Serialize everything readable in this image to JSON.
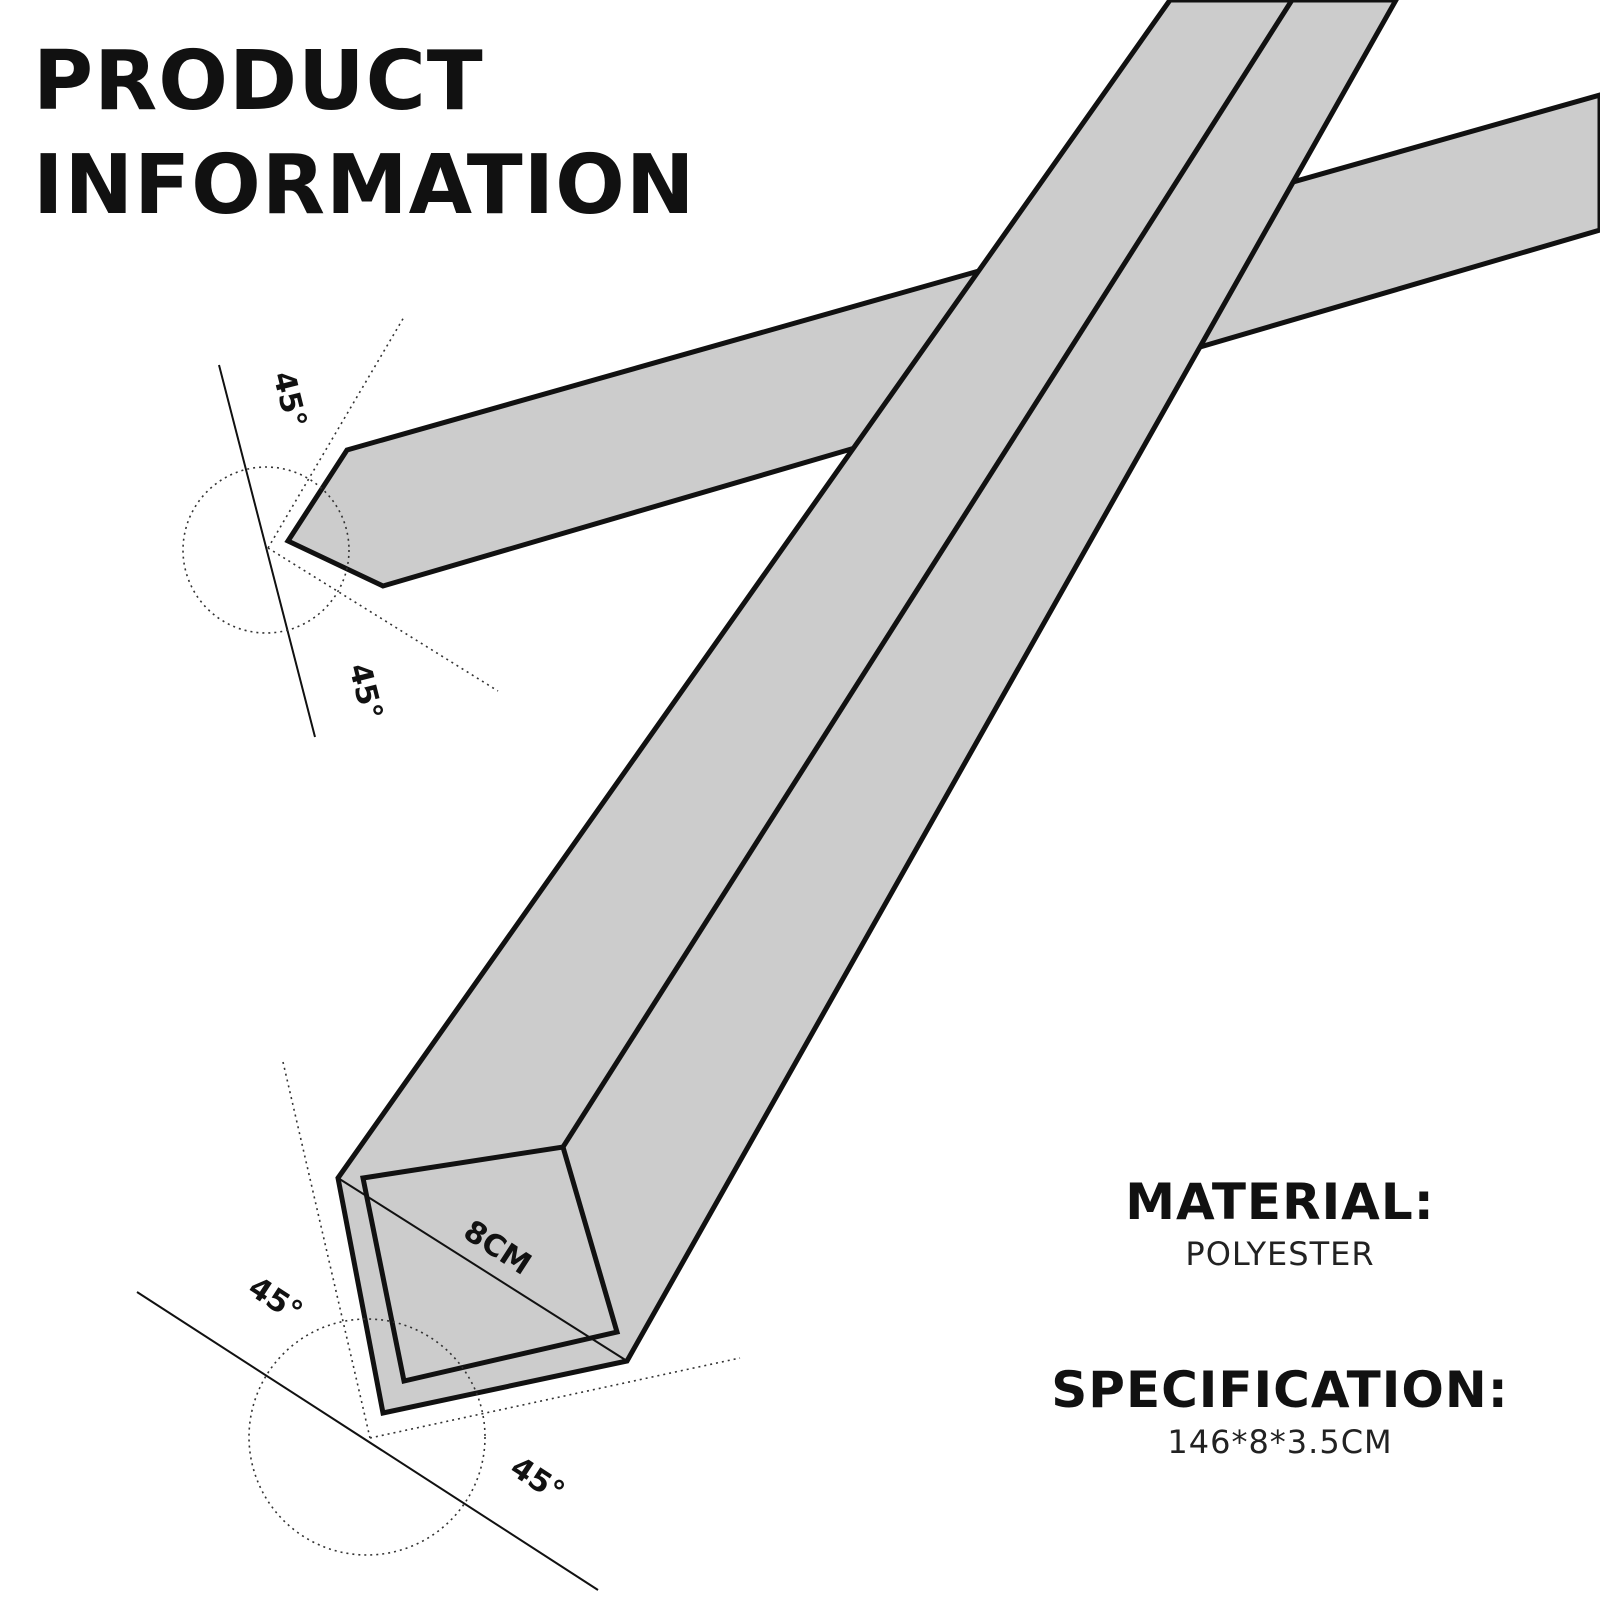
{
  "header": {
    "title_line1": "PRODUCT",
    "title_line2": "INFORMATION"
  },
  "diagram": {
    "tie_fill": "#cccccc",
    "outline_color": "#111111",
    "angle_label_top_1": "45°",
    "angle_label_top_2": "45°",
    "angle_label_bottom_1": "45°",
    "angle_label_bottom_2": "45°",
    "width_label": "8CM"
  },
  "specs": {
    "material_label": "MATERIAL:",
    "material_value": "POLYESTER",
    "specification_label": "SPECIFICATION:",
    "specification_value": "146*8*3.5CM"
  }
}
